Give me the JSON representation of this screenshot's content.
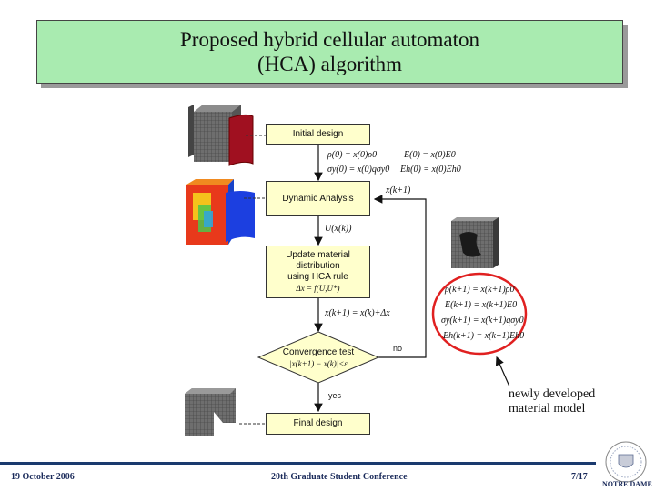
{
  "title": {
    "line1": "Proposed hybrid cellular automaton",
    "line2": "(HCA) algorithm"
  },
  "flow": {
    "initial_design": "Initial design",
    "dynamic_analysis": "Dynamic Analysis",
    "update_line1": "Update material",
    "update_line2": "distribution",
    "update_line3": "using HCA rule",
    "update_rule": "Δx = f(U,U*)",
    "convergence_label": "Convergence test",
    "convergence_rule": "|x(k+1) − x(k)|<ε",
    "final_design": "Final design"
  },
  "equations": {
    "init_rho": "ρ(0) = x(0)ρ0",
    "init_E": "E(0) = x(0)E0",
    "init_sigma": "σy(0) = x(0)qσy0",
    "init_Eh": "Eh(0) = x(0)Eh0",
    "response": "U(x(k))",
    "update": "x(k+1) = x(k)+Δx",
    "feedback": "x(k+1)",
    "model_rho": "ρ(k+1) = x(k+1)ρ0",
    "model_E": "E(k+1) = x(k+1)E0",
    "model_sigma": "σy(k+1) = x(k+1)qσy0",
    "model_Eh": "Eh(k+1) = x(k+1)Eh0"
  },
  "labels": {
    "no": "no",
    "yes": "yes"
  },
  "annotation": {
    "line1": "newly developed",
    "line2": "material model"
  },
  "footer": {
    "date": "19 October 2006",
    "conference": "20th Graduate Student Conference",
    "page": "7/17",
    "logo_text": "NOTRE DAME"
  },
  "colors": {
    "title_bg": "#a9ebb0",
    "box_fill": "#ffffcc",
    "highlight_ring": "#e02020",
    "footer_rule": "#1a3a6e"
  }
}
